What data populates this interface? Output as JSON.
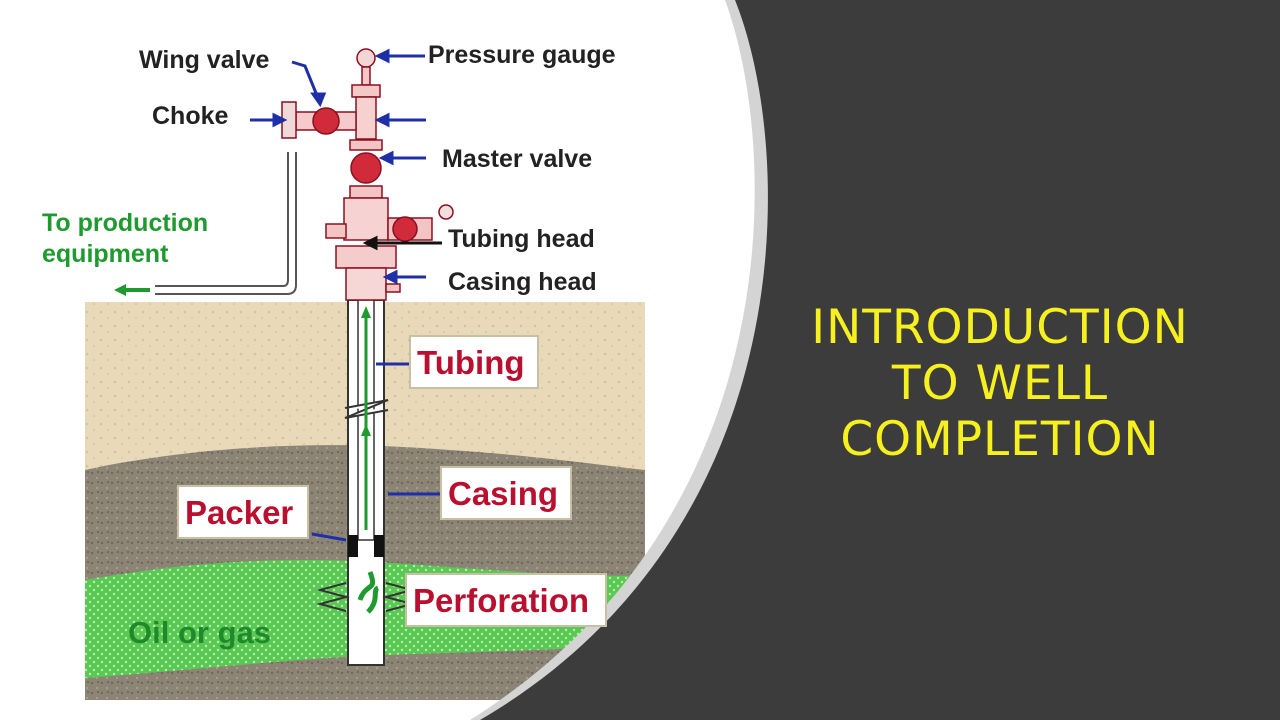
{
  "title": {
    "line1": "INTRODUCTION",
    "line2": "TO WELL",
    "line3": "COMPLETION",
    "color": "#f7f01f"
  },
  "diagram": {
    "labels": {
      "wing_valve": "Wing valve",
      "pressure_gauge": "Pressure gauge",
      "choke": "Choke",
      "master_valve": "Master valve",
      "to_production_1": "To production",
      "to_production_2": "equipment",
      "tubing_head": "Tubing head",
      "casing_head": "Casing head",
      "tubing": "Tubing",
      "casing": "Casing",
      "packer": "Packer",
      "perforation": "Perforation",
      "oil_or_gas": "Oil or gas"
    },
    "colors": {
      "slide_background": "#3c3c3c",
      "panel_background": "#ffffff",
      "sand": "#e6d7b6",
      "rock": "#8e8678",
      "reservoir": "#5fcf5a",
      "wellhead": "#c81c2c",
      "arrow": "#1f2fa8",
      "label_red": "#b8102e",
      "label_green": "#1e9a2e"
    }
  }
}
